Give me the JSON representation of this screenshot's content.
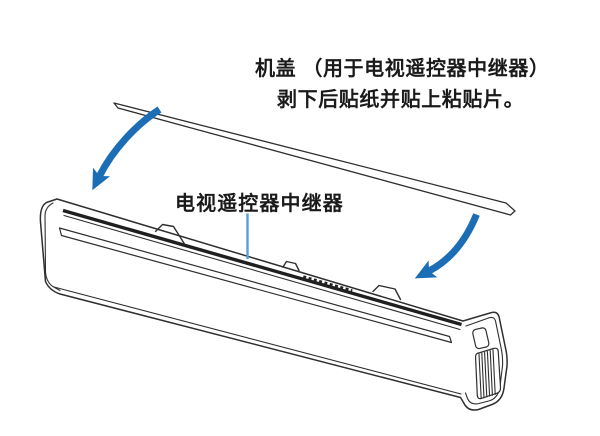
{
  "caption": {
    "line1": "机盖 （用于电视遥控器中继器）",
    "line2": "剥下后贴纸并贴上粘贴片。"
  },
  "label": {
    "repeater": "电视遥控器中继器"
  },
  "colors": {
    "background": "#ffffff",
    "ink": "#2f2f2f",
    "strip_dark": "#1f1f1f",
    "arrow_blue": "#1b6db6",
    "leader_blue": "#55a1d7",
    "text": "#1a1a1a"
  },
  "icons": {
    "left_arrow": "curved-arrow-down-left",
    "right_arrow": "curved-arrow-down-left",
    "leader_line": "label-pointer-line"
  }
}
